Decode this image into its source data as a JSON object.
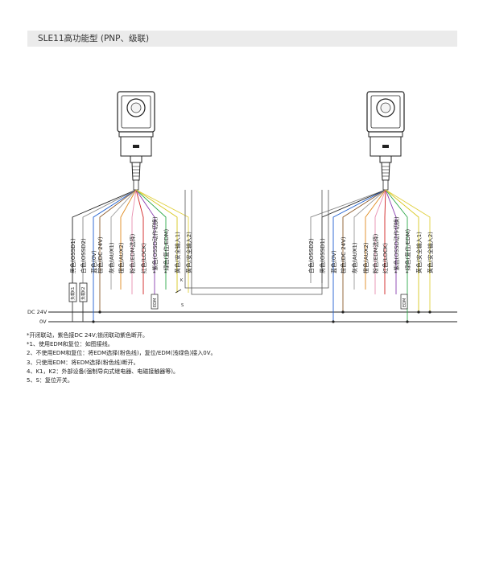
{
  "header": {
    "title": "SLE11高功能型 (PNP、级联)"
  },
  "rails": {
    "dc24v": "DC 24V",
    "zero_v": "0V"
  },
  "left_wires": [
    {
      "label": "黑色(OSSD1)",
      "color": "#222222"
    },
    {
      "label": "白色(OSSD2)",
      "color": "#888888"
    },
    {
      "label": "蓝色(0V)",
      "color": "#1f5fd0"
    },
    {
      "label": "棕色(DC 24V)",
      "color": "#8b5a2b"
    },
    {
      "label": "灰色(AUX1)",
      "color": "#9a9a9a"
    },
    {
      "label": "橙色(AUX2)",
      "color": "#e08a1e"
    },
    {
      "label": "粉色(EDM选择)",
      "color": "#e890b0"
    },
    {
      "label": "红色(LOCK)",
      "color": "#d02020"
    },
    {
      "label": "*紫色(OSSD动作切换)",
      "color": "#8a3fb0"
    },
    {
      "label": "*绿色(复位/EDM)",
      "color": "#2ea84a"
    },
    {
      "label": "黄色(安全输入1)",
      "color": "#d8c820"
    },
    {
      "label": "黄色(安全输入2)",
      "color": "#e0d040"
    }
  ],
  "right_wires": [
    {
      "label": "白色(OSSD2)",
      "color": "#888888"
    },
    {
      "label": "黑色(OSSD1)",
      "color": "#222222"
    },
    {
      "label": "蓝色(0V)",
      "color": "#1f5fd0"
    },
    {
      "label": "棕色(DC 24V)",
      "color": "#8b5a2b"
    },
    {
      "label": "灰色(AUX1)",
      "color": "#9a9a9a"
    },
    {
      "label": "橙色(AUX2)",
      "color": "#e08a1e"
    },
    {
      "label": "粉色(EDM选择)",
      "color": "#e890b0"
    },
    {
      "label": "红色(LOCK)",
      "color": "#d02020"
    },
    {
      "label": "*紫色(OSSD动作切换)",
      "color": "#8a3fb0"
    },
    {
      "label": "*绿色(复位/EDM)",
      "color": "#2ea84a"
    },
    {
      "label": "黄色(安全输入1)",
      "color": "#d8c820"
    },
    {
      "label": "黄色(安全输入2)",
      "color": "#e0d040"
    }
  ],
  "loads": {
    "k1": "负载K1",
    "k2": "负载K2"
  },
  "edm_label": "EDM",
  "switch_labels": {
    "s": "S",
    "k": "K"
  },
  "notes": [
    "*开闭联动，紫色接DC 24V;锁闭联动紫色断开。",
    "*1、使用EDM和复位：如图接线。",
    " 2、不使用EDM和复位：将EDM选择(粉色线)，复位/EDM(浅绿色)接入0V。",
    " 3、只使用EDM：将EDM选择(粉色线)断开。",
    " 4、K1，K2：外部设备(强制导向式继电器、电磁接触器等)。",
    " 5、S：复位开关。"
  ]
}
